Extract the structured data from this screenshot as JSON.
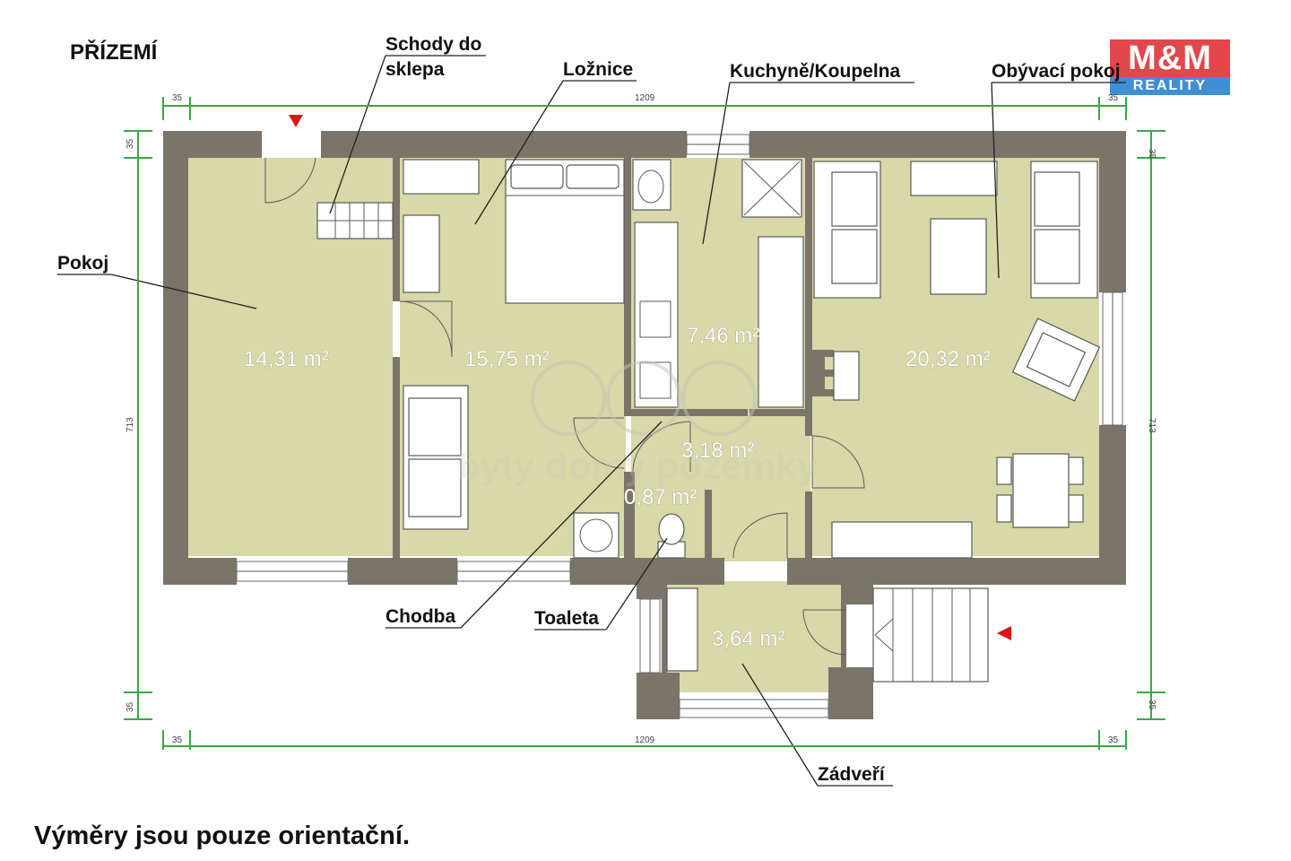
{
  "title": "PŘÍZEMÍ",
  "footer_note": "Výměry jsou pouze orientační.",
  "logo": {
    "top": "M&M",
    "bottom": "REALITY",
    "colors": {
      "top": "#e2474b",
      "bottom": "#3d8fd6"
    }
  },
  "watermark": "byty domy pozemky",
  "labels": {
    "stairs_line1": "Schody do",
    "stairs_line2": "sklepa",
    "bedroom": "Ložnice",
    "kitchen": "Kuchyně/Koupelna",
    "living": "Obývací pokoj",
    "room": "Pokoj",
    "hall": "Chodba",
    "toilet": "Toaleta",
    "vestibule": "Zádveří"
  },
  "areas": {
    "room": "14,31 m²",
    "bedroom": "15,75 m²",
    "kitchen": "7,46 m²",
    "living": "20,32 m²",
    "hall": "3,18 m²",
    "toilet": "0,87 m²",
    "vestibule": "3,64 m²"
  },
  "dimensions": {
    "top_left": "35",
    "top_total": "1209",
    "top_right": "35",
    "bottom_left": "35",
    "bottom_total": "1209",
    "bottom_right": "35",
    "left_top": "35",
    "left_height": "713",
    "left_bottom": "35",
    "right_top": "35",
    "right_height": "713",
    "right_bottom": "35"
  },
  "colors": {
    "wall": "#7b7469",
    "floor": "#d8d8a8",
    "dimension": "#3aa845",
    "entrance_marker": "#e01515"
  }
}
